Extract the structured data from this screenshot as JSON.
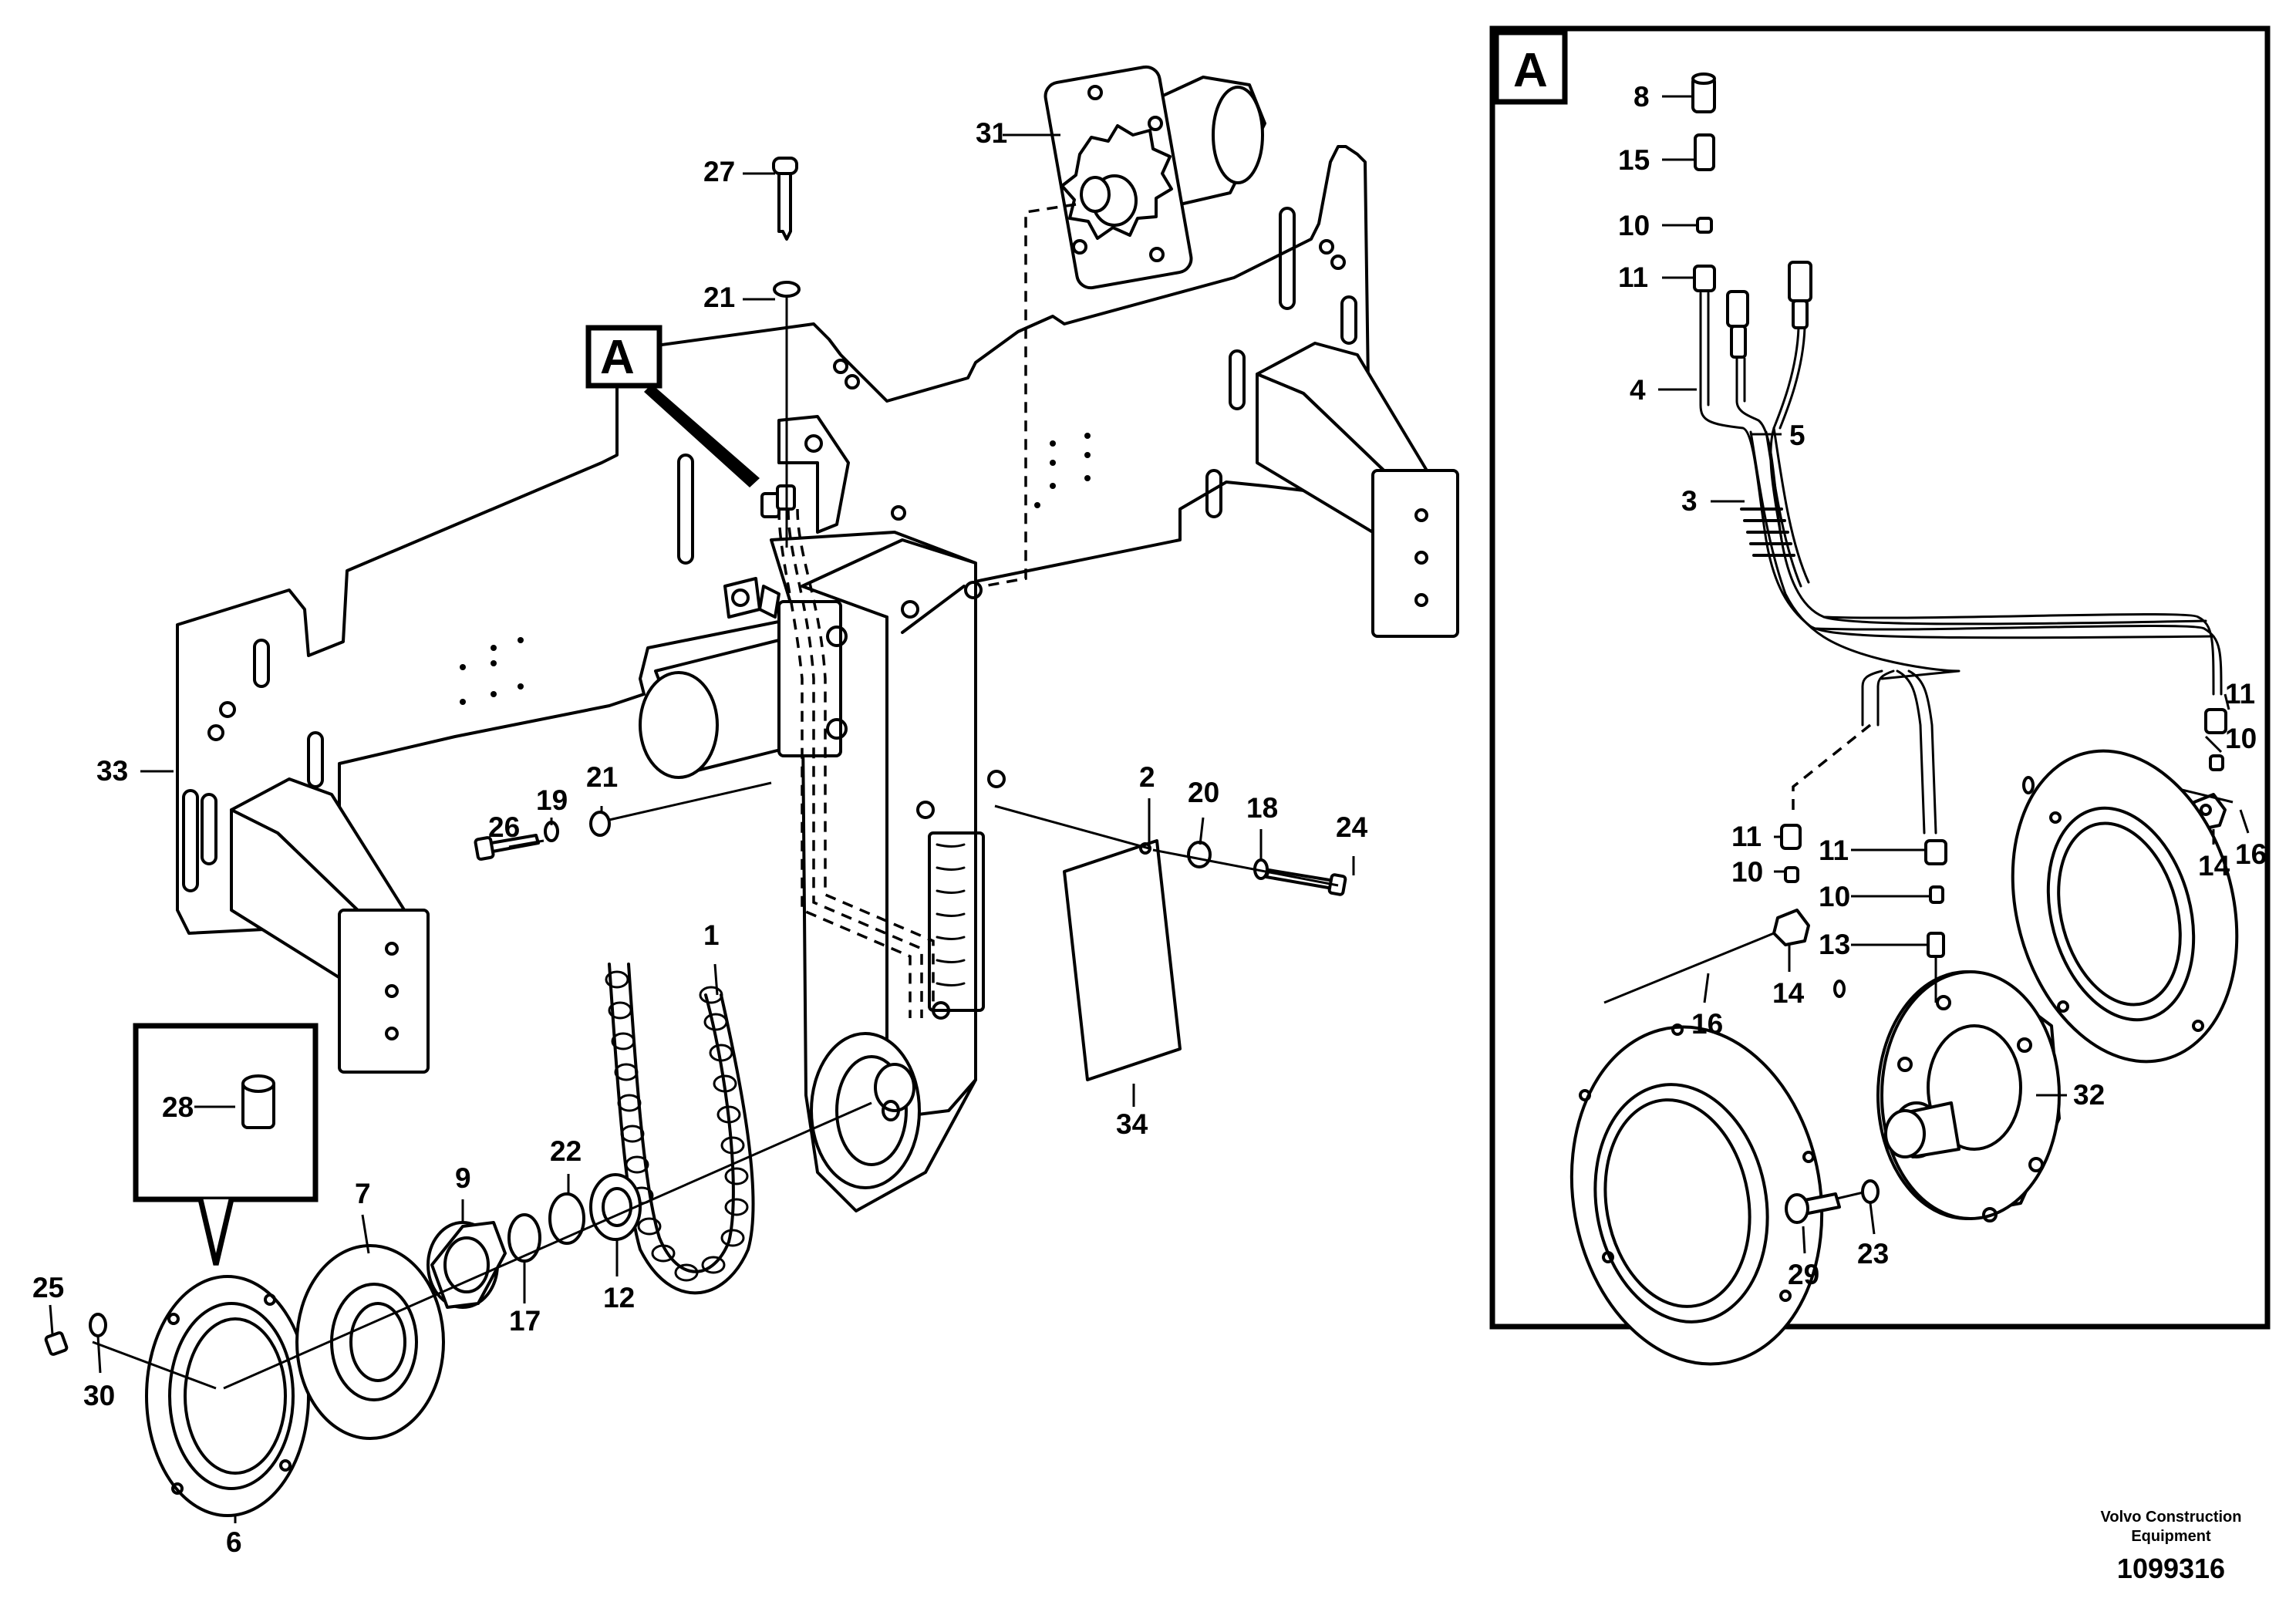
{
  "diagram": {
    "main_detail_marker": "A",
    "inset_label": "A",
    "callouts_main": {
      "c1": "1",
      "c2": "2",
      "c6": "6",
      "c7": "7",
      "c9": "9",
      "c12": "12",
      "c17": "17",
      "c18": "18",
      "c19": "19",
      "c20": "20",
      "c21a": "21",
      "c21b": "21",
      "c22": "22",
      "c24": "24",
      "c25": "25",
      "c26": "26",
      "c27": "27",
      "c28": "28",
      "c30": "30",
      "c31": "31",
      "c33": "33",
      "c34": "34"
    },
    "callouts_inset": {
      "c3": "3",
      "c4": "4",
      "c5": "5",
      "c8": "8",
      "c10a": "10",
      "c10b": "10",
      "c10c": "10",
      "c10d": "10",
      "c11a": "11",
      "c11b": "11",
      "c11c": "11",
      "c11d": "11",
      "c13": "13",
      "c14a": "14",
      "c14b": "14",
      "c15": "15",
      "c16a": "16",
      "c16b": "16",
      "c23": "23",
      "c29": "29",
      "c32": "32"
    }
  },
  "footer": {
    "company_line1": "Volvo Construction",
    "company_line2": "Equipment",
    "drawing_number": "1099316"
  }
}
